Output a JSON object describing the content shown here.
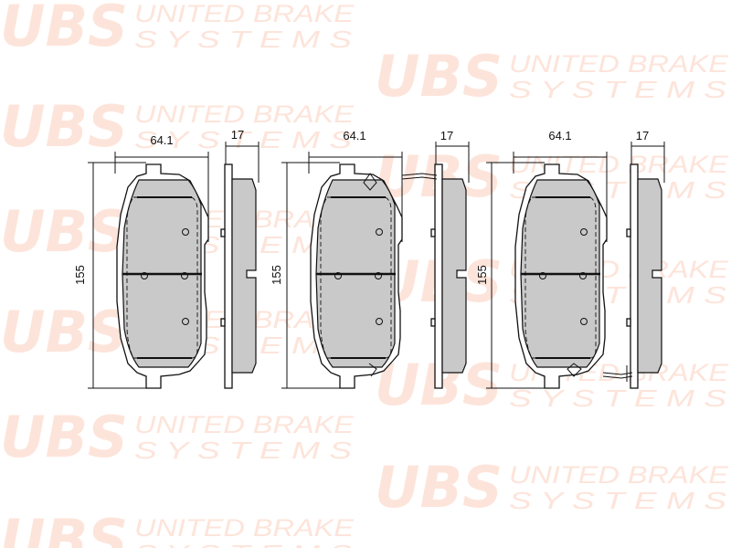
{
  "watermark": {
    "logo": "UBS",
    "line1": "UNITED BRAKE",
    "line2": "S Y S T E M S"
  },
  "views": [
    {
      "name": "pad-1",
      "width_label": "64.1",
      "height_label": "155",
      "thickness_label": "17"
    },
    {
      "name": "pad-2",
      "width_label": "64.1",
      "height_label": "155",
      "thickness_label": "17"
    },
    {
      "name": "pad-3",
      "width_label": "64.1",
      "height_label": "155",
      "thickness_label": "17"
    }
  ],
  "colors": {
    "watermark": "#fde4da",
    "friction": "#c9c9c9",
    "line": "#111111"
  }
}
